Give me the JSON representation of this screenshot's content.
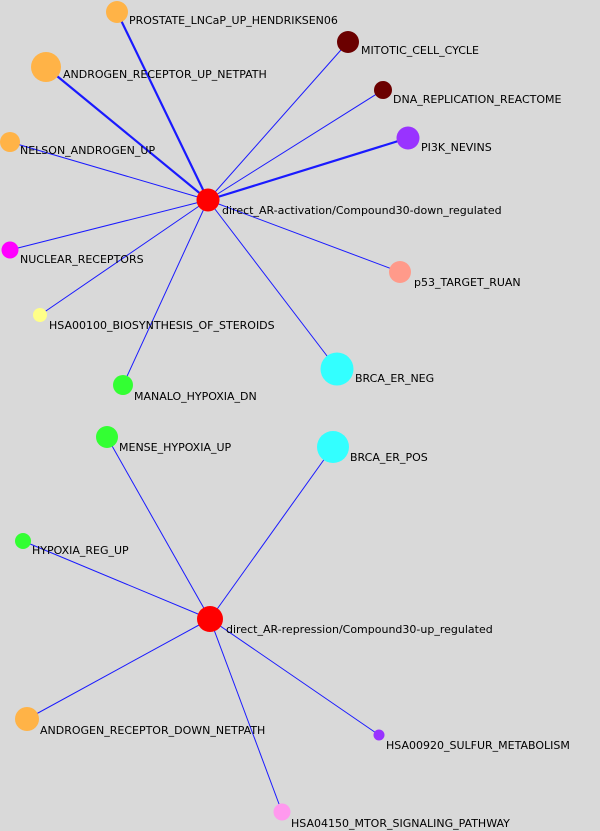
{
  "network": {
    "background": "#d9d9d9",
    "edge_color": "#1a1aff",
    "hubs": [
      {
        "id": "act",
        "label": "direct_AR-activation/Compound30-down_regulated",
        "color": "#ff0000"
      },
      {
        "id": "rep",
        "label": "direct_AR-repression/Compound30-up_regulated",
        "color": "#ff0000"
      }
    ],
    "nodes": [
      {
        "id": "prostate",
        "label": "PROSTATE_LNCaP_UP_HENDRIKSEN06",
        "color": "#ffb347",
        "hub": "act",
        "weight": 2
      },
      {
        "id": "ar_up",
        "label": "ANDROGEN_RECEPTOR_UP_NETPATH",
        "color": "#ffb347",
        "hub": "act",
        "weight": 2
      },
      {
        "id": "mitotic",
        "label": "MITOTIC_CELL_CYCLE",
        "color": "#6b0000",
        "hub": "act",
        "weight": 1
      },
      {
        "id": "dna",
        "label": "DNA_REPLICATION_REACTOME",
        "color": "#6b0000",
        "hub": "act",
        "weight": 1
      },
      {
        "id": "pi3k",
        "label": "PI3K_NEVINS",
        "color": "#9933ff",
        "hub": "act",
        "weight": 2
      },
      {
        "id": "nelson",
        "label": "NELSON_ANDROGEN_UP",
        "color": "#ffb347",
        "hub": "act",
        "weight": 1
      },
      {
        "id": "nuclear",
        "label": "NUCLEAR_RECEPTORS",
        "color": "#ff00ff",
        "hub": "act",
        "weight": 1
      },
      {
        "id": "p53",
        "label": "p53_TARGET_RUAN",
        "color": "#ff9a8a",
        "hub": "act",
        "weight": 1
      },
      {
        "id": "hsa100",
        "label": "HSA00100_BIOSYNTHESIS_OF_STEROIDS",
        "color": "#ffff88",
        "hub": "act",
        "weight": 1
      },
      {
        "id": "brca_neg",
        "label": "BRCA_ER_NEG",
        "color": "#33ffff",
        "hub": "act",
        "weight": 1
      },
      {
        "id": "manalo",
        "label": "MANALO_HYPOXIA_DN",
        "color": "#33ff33",
        "hub": "act",
        "weight": 1
      },
      {
        "id": "mense",
        "label": "MENSE_HYPOXIA_UP",
        "color": "#33ff33",
        "hub": "rep",
        "weight": 1
      },
      {
        "id": "brca_pos",
        "label": "BRCA_ER_POS",
        "color": "#33ffff",
        "hub": "rep",
        "weight": 1
      },
      {
        "id": "hypoxia",
        "label": "HYPOXIA_REG_UP",
        "color": "#33ff33",
        "hub": "rep",
        "weight": 1
      },
      {
        "id": "ar_down",
        "label": "ANDROGEN_RECEPTOR_DOWN_NETPATH",
        "color": "#ffb347",
        "hub": "rep",
        "weight": 1
      },
      {
        "id": "hsa920",
        "label": "HSA00920_SULFUR_METABOLISM",
        "color": "#9933ff",
        "hub": "rep",
        "weight": 1
      },
      {
        "id": "hsa4150",
        "label": "HSA04150_MTOR_SIGNALING_PATHWAY",
        "color": "#ff99ee",
        "hub": "rep",
        "weight": 1
      }
    ]
  }
}
